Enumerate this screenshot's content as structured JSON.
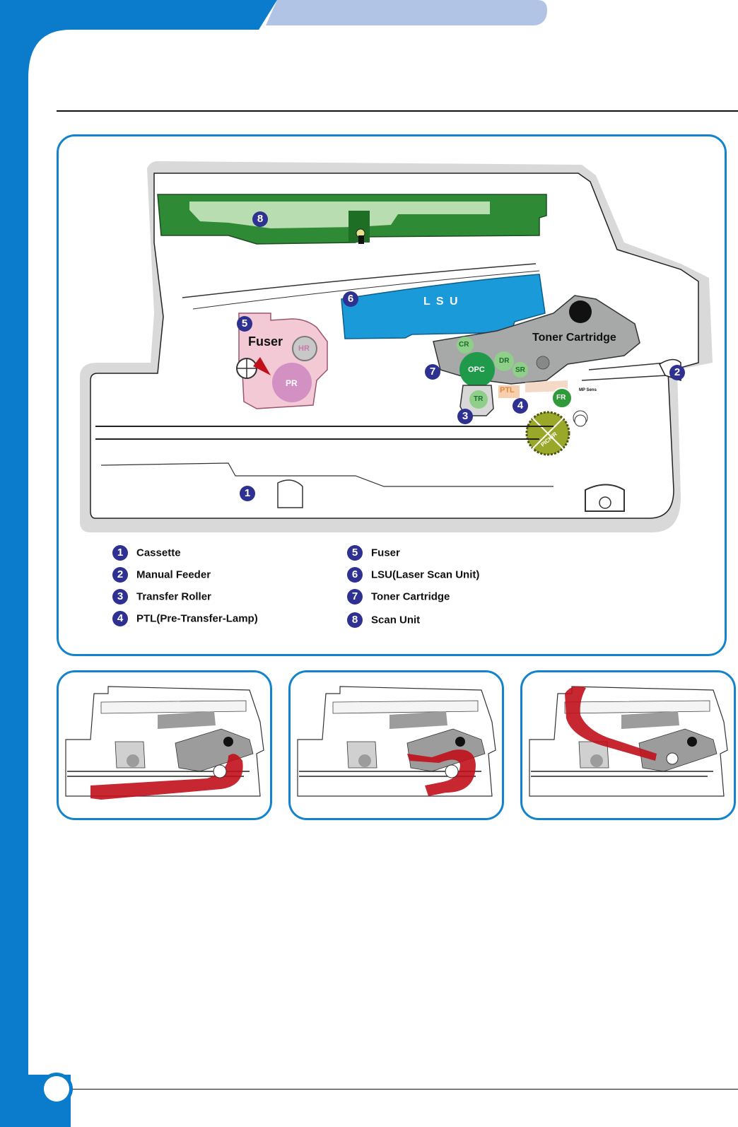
{
  "header": {
    "title": ""
  },
  "main_diagram": {
    "labels": {
      "fuser": "Fuser",
      "lsu": "L S U",
      "toner_cartridge": "Toner Cartridge",
      "hr": "HR",
      "pr": "PR",
      "cr": "CR",
      "opc": "OPC",
      "dr": "DR",
      "sr": "SR",
      "tr": "TR",
      "ptl": "PTL",
      "fr": "FR",
      "mp_sens": "MP Sens",
      "pickr": "PICK/R"
    },
    "callouts": [
      "1",
      "2",
      "3",
      "4",
      "5",
      "6",
      "7",
      "8"
    ]
  },
  "legend": [
    {
      "num": "1",
      "label": "Cassette"
    },
    {
      "num": "2",
      "label": "Manual Feeder"
    },
    {
      "num": "3",
      "label": "Transfer Roller"
    },
    {
      "num": "4",
      "label": "PTL(Pre-Transfer-Lamp)"
    },
    {
      "num": "5",
      "label": "Fuser"
    },
    {
      "num": "6",
      "label": "LSU(Laser Scan Unit)"
    },
    {
      "num": "7",
      "label": "Toner Cartridge"
    },
    {
      "num": "8",
      "label": "Scan Unit"
    }
  ],
  "colors": {
    "frame_blue": "#0a7ccb",
    "tab_light": "#b2c4e6",
    "scan_green": "#2f8a36",
    "lsu_blue": "#1a9ad9",
    "fuser_pink": "#f2c9d4",
    "toner_gray": "#a7a8a8",
    "opc_green": "#1f9a4a",
    "paper_path_red": "#c0101a",
    "badge_navy": "#2e3192"
  }
}
